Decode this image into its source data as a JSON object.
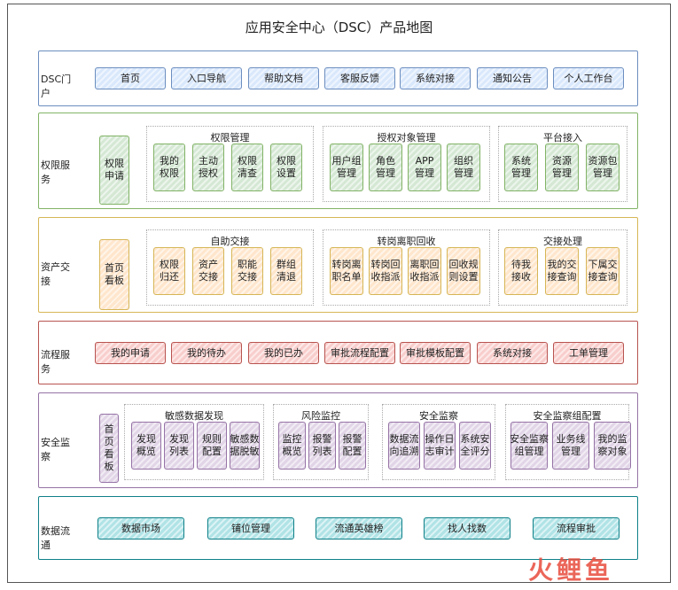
{
  "title": "应用安全中心（DSC）产品地图",
  "sections": {
    "portal": {
      "label": "DSC门户",
      "items": [
        "首页",
        "入口导航",
        "帮助文档",
        "客服反馈",
        "系统对接",
        "通知公告",
        "个人工作台"
      ]
    },
    "permission": {
      "label": "权限服务",
      "side": "权限\n申请",
      "groups": [
        {
          "title": "权限管理",
          "items": [
            "我的\n权限",
            "主动\n授权",
            "权限\n清查",
            "权限\n设置"
          ]
        },
        {
          "title": "授权对象管理",
          "items": [
            "用户组\n管理",
            "角色\n管理",
            "APP\n管理",
            "组织\n管理"
          ]
        },
        {
          "title": "平台接入",
          "items": [
            "系统\n管理",
            "资源\n管理",
            "资源包\n管理"
          ]
        }
      ]
    },
    "asset": {
      "label": "资产交接",
      "side": "首页\n看板",
      "groups": [
        {
          "title": "自助交接",
          "items": [
            "权限\n归还",
            "资产\n交接",
            "职能\n交接",
            "群组\n清退"
          ]
        },
        {
          "title": "转岗离职回收",
          "items": [
            "转岗离\n职名单",
            "转岗回\n收指派",
            "离职回\n收指派",
            "回收规\n则设置"
          ]
        },
        {
          "title": "交接处理",
          "items": [
            "待我\n接收",
            "我的交\n接查询",
            "下属交\n接查询"
          ]
        }
      ]
    },
    "process": {
      "label": "流程服务",
      "items": [
        "我的申请",
        "我的待办",
        "我的已办",
        "审批流程配置",
        "审批模板配置",
        "系统对接",
        "工单管理"
      ]
    },
    "security": {
      "label": "安全监察",
      "side": "首\n页\n看\n板",
      "groups": [
        {
          "title": "敏感数据发现",
          "items": [
            "发现\n概览",
            "发现\n列表",
            "规则\n配置",
            "敏感数\n据脱敏"
          ]
        },
        {
          "title": "风险监控",
          "items": [
            "监控\n概览",
            "报警\n列表",
            "报警\n配置"
          ]
        },
        {
          "title": "安全监察",
          "items": [
            "数据流\n向追溯",
            "操作日\n志审计",
            "系统安\n全评分"
          ]
        },
        {
          "title": "安全监察组配置",
          "items": [
            "安全监察\n组管理",
            "业务线\n管理",
            "我的监\n察对象"
          ]
        }
      ]
    },
    "dataflow": {
      "label": "数据流通",
      "items": [
        "数据市场",
        "铺位管理",
        "流通英雄榜",
        "找人找数",
        "流程审批"
      ]
    }
  },
  "watermark": {
    "t1": "火",
    "t2": "鲤",
    "t3": "鱼"
  },
  "colors": {
    "portal": "#6c8ebf",
    "permission": "#82b366",
    "asset": "#d6b656",
    "process": "#b85450",
    "security": "#9673a6",
    "dataflow": "#0e8088"
  }
}
